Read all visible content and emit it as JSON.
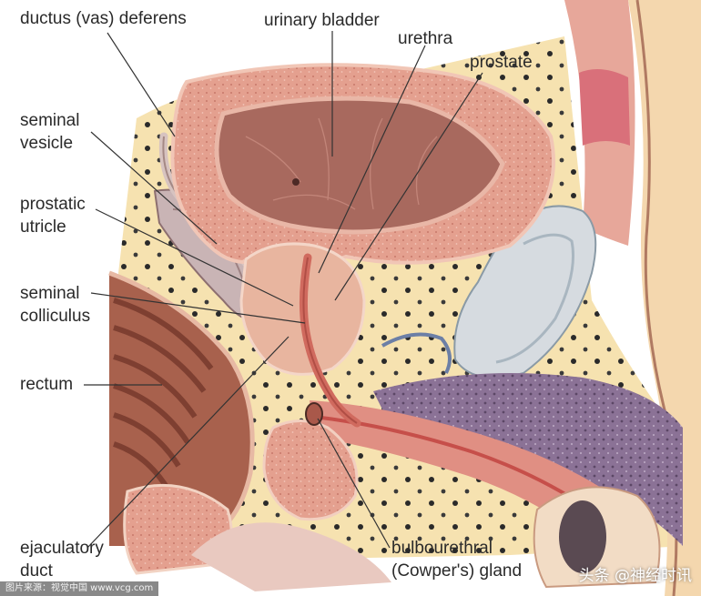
{
  "labels": {
    "ductus": "ductus (vas) deferens",
    "bladder": "urinary bladder",
    "urethra": "urethra",
    "prostate": "prostate",
    "seminal_vesicle": [
      "seminal",
      "vesicle"
    ],
    "prostatic_utricle": [
      "prostatic",
      "utricle"
    ],
    "seminal_colliculus": [
      "seminal",
      "colliculus"
    ],
    "rectum": "rectum",
    "ejaculatory_duct": [
      "ejaculatory",
      "duct"
    ],
    "bulbourethral": [
      "bulbourethral",
      "(Cowper's) gland"
    ]
  },
  "credit": "图片来源：视觉中国 www.vcg.com",
  "watermark": "头条 @神经时讯",
  "colors": {
    "tissue_pink": "#e8a797",
    "fat_yellow": "#f6e2b0",
    "bladder_lumen": "#a8695e",
    "penile_purple": "#8b7296",
    "cartilage_gray": "#d6dbe0"
  }
}
